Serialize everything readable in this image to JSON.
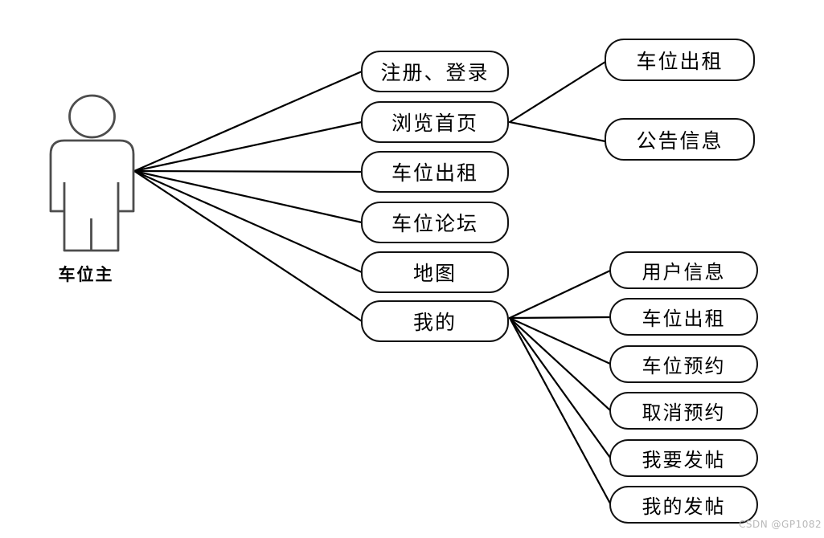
{
  "diagram": {
    "actor": {
      "label": "车位主"
    },
    "primary_usecases": [
      {
        "label": "注册、登录"
      },
      {
        "label": "浏览首页"
      },
      {
        "label": "车位出租"
      },
      {
        "label": "车位论坛"
      },
      {
        "label": "地图"
      },
      {
        "label": "我的"
      }
    ],
    "browse_sub_usecases": [
      {
        "label": "车位出租"
      },
      {
        "label": "公告信息"
      }
    ],
    "mine_sub_usecases": [
      {
        "label": "用户信息"
      },
      {
        "label": "车位出租"
      },
      {
        "label": "车位预约"
      },
      {
        "label": "取消预约"
      },
      {
        "label": "我要发帖"
      },
      {
        "label": "我的发帖"
      }
    ],
    "colors": {
      "background": "#ffffff",
      "edge_line": "#000000",
      "node_border": "#111111",
      "actor_stroke": "#4d4d4d",
      "watermark_text": "#b9b9b9"
    }
  },
  "watermark": {
    "text": "CSDN @GP1082"
  }
}
